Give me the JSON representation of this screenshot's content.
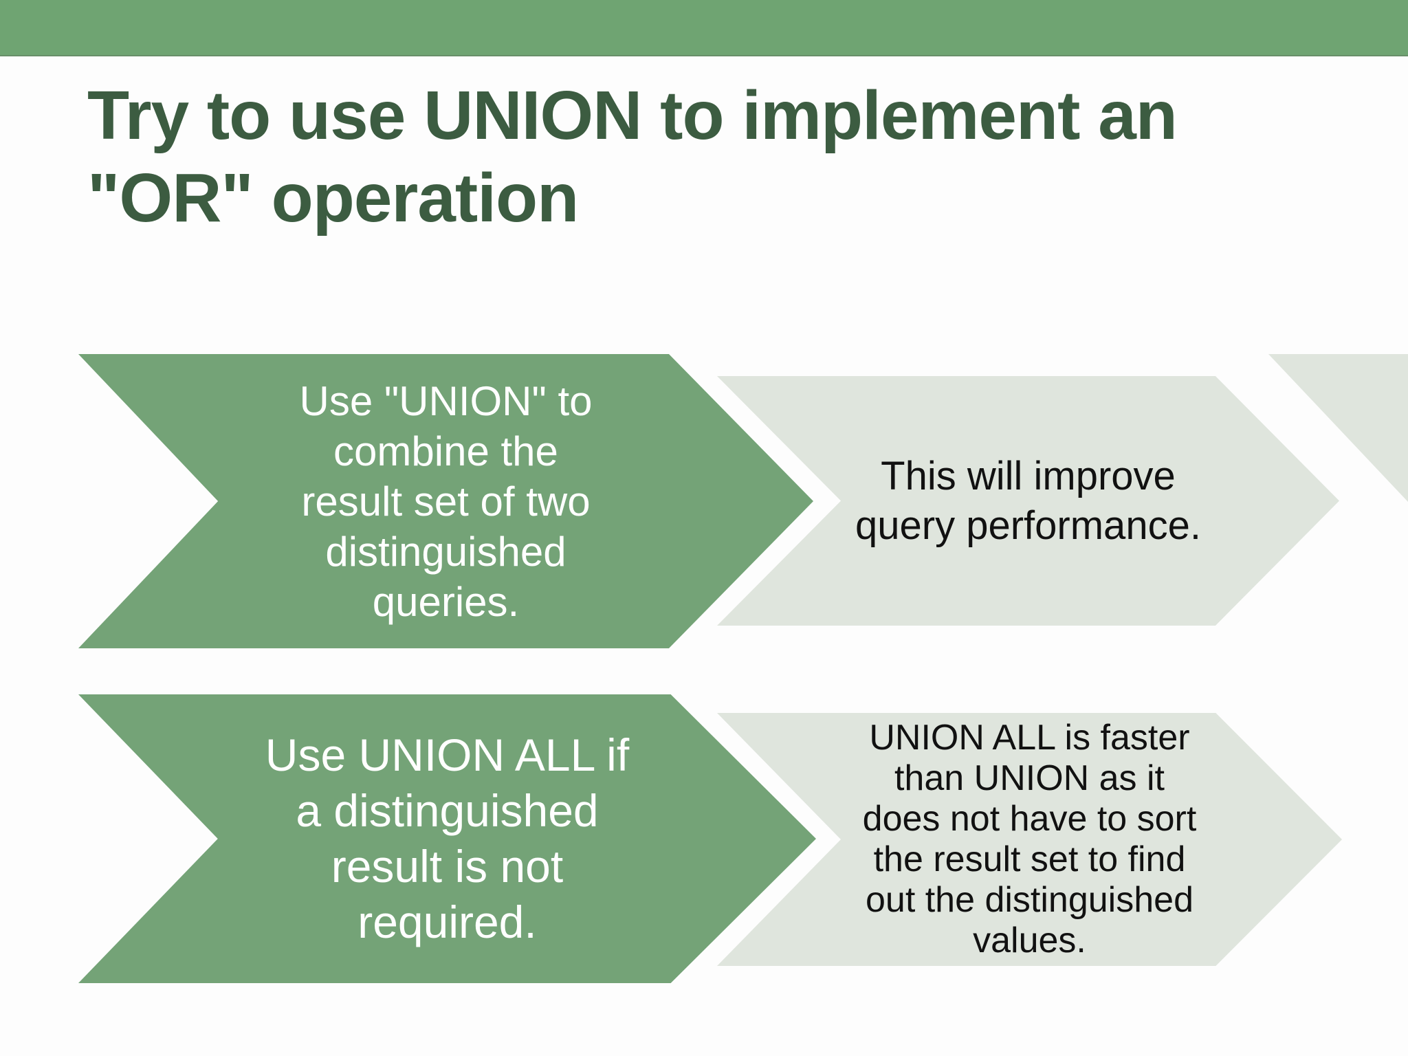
{
  "slide": {
    "title": "Try to use UNION to implement an\n\"OR\" operation",
    "colors": {
      "header_bar_green": "#6fa472",
      "chevron_green": "#74a377",
      "chevron_gray": "#dfe5dd",
      "title_text_green": "#3c5c41",
      "text_on_green": "#ffffff",
      "text_on_gray": "#111111",
      "background": "#fdfdfd"
    },
    "chevron_rows": [
      {
        "cause": "Use \"UNION\" to\ncombine the\nresult set of two\ndistinguished\nqueries.",
        "effect": "This will improve\nquery performance."
      },
      {
        "cause": "Use UNION ALL if\na distinguished\nresult is not\nrequired.",
        "effect": "UNION ALL is faster\nthan UNION as it\ndoes not have to sort\nthe result set to find\nout the distinguished\nvalues."
      }
    ]
  }
}
